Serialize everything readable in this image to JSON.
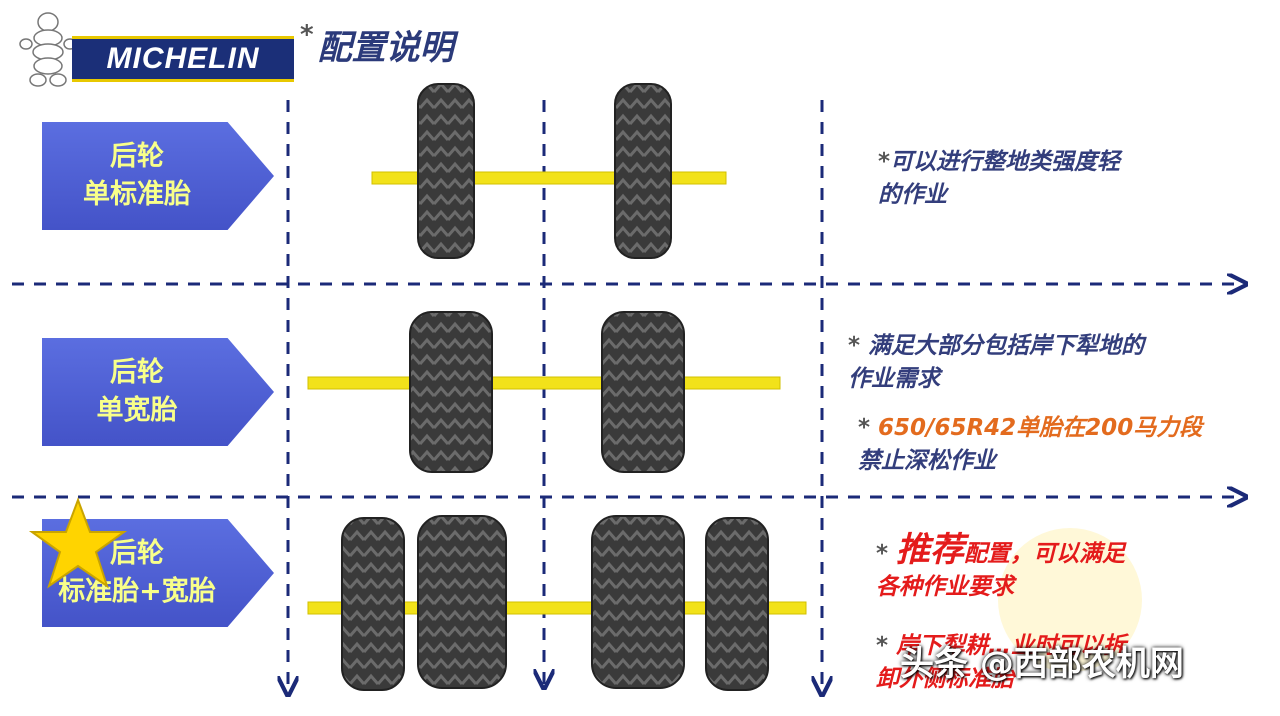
{
  "logo": {
    "text": "MICHELIN"
  },
  "title": {
    "marker": "*",
    "text": "配置说明"
  },
  "rows": [
    {
      "label_line1": "后轮",
      "label_line2": "单标准胎"
    },
    {
      "label_line1": "后轮",
      "label_line2": "单宽胎"
    },
    {
      "label_line1": "后轮",
      "label_line2": "标准胎+宽胎"
    }
  ],
  "notes": {
    "row1": {
      "marker": "*",
      "line1": "可以进行整地类强度轻",
      "line2": "的作业"
    },
    "row2a": {
      "marker": "*",
      "line1": "满足大部分包括岸下犁地的",
      "line2": "作业需求"
    },
    "row2b": {
      "marker": "*",
      "line1": "650/65R42单胎在200马力段",
      "line2": "禁止深松作业"
    },
    "row3a": {
      "marker": "*",
      "emph": "推荐",
      "line1_rest": "配置，可以满足",
      "line2": "各种作业要求"
    },
    "row3b": {
      "marker": "*",
      "line1": "岸下犁耕…业时可以拆",
      "line2": "卸外侧标准胎"
    }
  },
  "watermark": {
    "text": "头条 @西部农机网"
  },
  "colors": {
    "label_bg": "#4f60d6",
    "label_text": "#f8ff8a",
    "axle": "#f2e21a",
    "dash": "#1b2a78",
    "star": "#ffd400"
  }
}
